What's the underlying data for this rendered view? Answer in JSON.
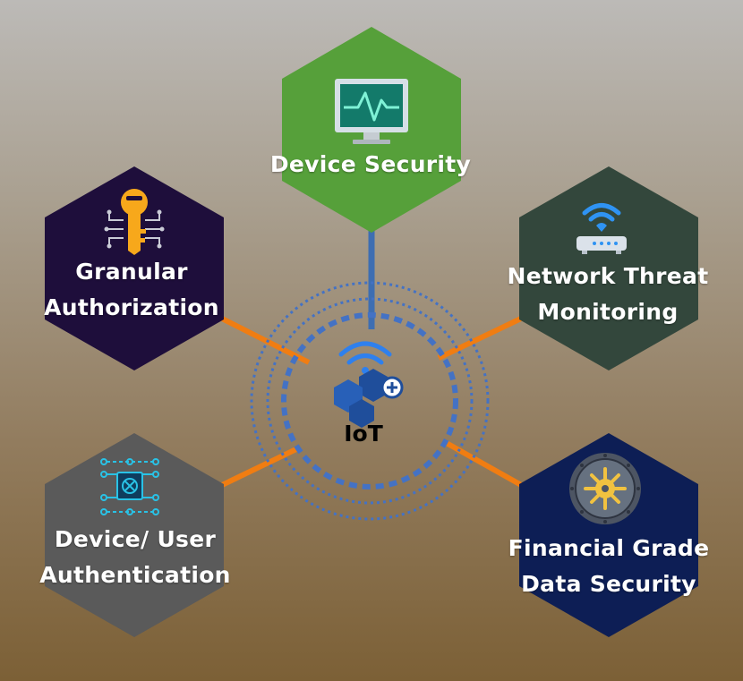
{
  "center": {
    "label": "IoT",
    "icon": "iot-device-icon"
  },
  "nodes": [
    {
      "id": "device-security",
      "lines": [
        "Device Security"
      ],
      "color": "#56a03a",
      "icon": "monitor-heartbeat-icon"
    },
    {
      "id": "granular-authorization",
      "lines": [
        "Granular",
        "Authorization"
      ],
      "color": "#1e0e3b",
      "icon": "key-icon"
    },
    {
      "id": "network-threat-monitoring",
      "lines": [
        "Network Threat",
        "Monitoring"
      ],
      "color": "#33473c",
      "icon": "wifi-router-icon"
    },
    {
      "id": "device-user-authentication",
      "lines": [
        "Device/ User",
        "Authentication"
      ],
      "color": "#5a5a5a",
      "icon": "circuit-chip-icon"
    },
    {
      "id": "financial-grade-data-security",
      "lines": [
        "Financial Grade",
        "Data Security"
      ],
      "color": "#0d1e55",
      "icon": "vault-icon"
    }
  ],
  "colors": {
    "connector": "#f07d12",
    "center_connector": "#3e6eb2",
    "rings": "#4472c4"
  }
}
